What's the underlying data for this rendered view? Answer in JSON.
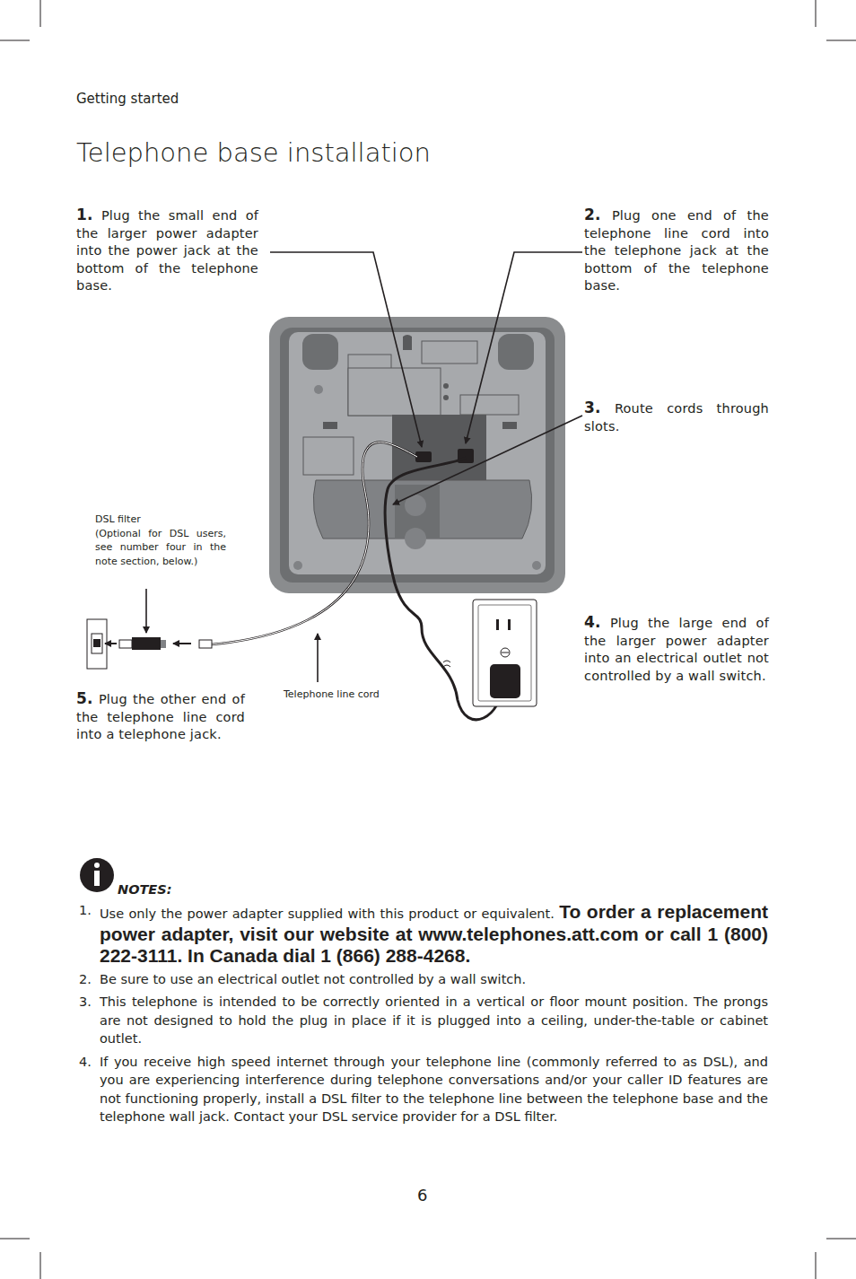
{
  "diagram": {
    "title": "Telephone base installation",
    "labels": [
      "Getting started",
      "1.",
      "Plug the small end of the larger power adapter into the power jack at the bottom of the telephone base.",
      "2.",
      "Plug one end of the telephone line cord into the telephone jack at the bottom of the telephone base.",
      "3.",
      "Route cords through slots.",
      "4.",
      "Plug the large end of the larger power adapter into an electrical outlet not controlled by a wall switch.",
      "5.",
      "Plug the other end of the telephone line cord into a telephone jack.",
      "DSL filter",
      "(Optional for DSL users, see number four in the note section, below.)",
      "Telephone line cord",
      "NOTES:",
      "1.",
      "Use only the power adapter supplied with this product or equivalent.",
      "To order a replacement power adapter, visit our website at www.telephones.att.com or call 1 (800) 222-3111. In Canada dial 1 (866) 288-4268.",
      "2.",
      "Be sure to use an electrical outlet not controlled by a wall switch.",
      "3.",
      "This telephone is intended to be correctly oriented in a vertical or floor mount position. The prongs are not designed to hold the plug in place if it is plugged into a ceiling, under-the-table or cabinet outlet.",
      "4.",
      "If you receive high speed internet through your telephone line (commonly referred to as DSL), and you are experiencing interference during telephone conversations and/or your caller ID features are not functioning properly, install a DSL filter to the telephone line between the telephone base and the telephone wall jack. Contact your DSL service provider for a DSL filter.",
      "6"
    ]
  }
}
